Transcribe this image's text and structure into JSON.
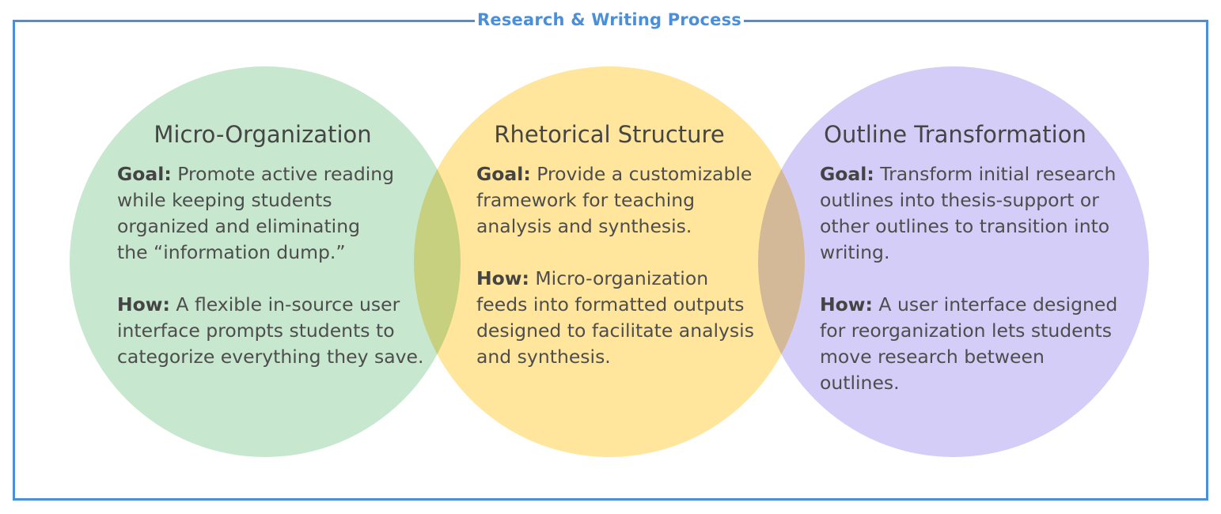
{
  "title": "Research & Writing Process",
  "colors": {
    "frame": "#4a8fdb",
    "circle_1": "#94d0a0",
    "circle_2": "#ffcf40",
    "circle_3": "#ab9ff0"
  },
  "sections": [
    {
      "heading": "Micro-Organization",
      "goal_label": "Goal:",
      "goal_text": " Promote active reading\nwhile keeping students\norganized and eliminating\nthe “information dump.”",
      "how_label": "How:",
      "how_text": " A flexible in-source user\ninterface prompts students to\ncategorize everything they save."
    },
    {
      "heading": "Rhetorical Structure",
      "goal_label": "Goal:",
      "goal_text": " Provide a customizable\nframework for teaching\nanalysis and synthesis.",
      "how_label": "How:",
      "how_text": " Micro-organization\nfeeds into formatted outputs\ndesigned to facilitate analysis\nand synthesis."
    },
    {
      "heading": "Outline Transformation",
      "goal_label": "Goal:",
      "goal_text": " Transform initial research\noutlines into thesis-support or\nother outlines to transition into\nwriting.",
      "how_label": "How:",
      "how_text": " A user interface designed\nfor reorganization lets students\nmove research between\noutlines."
    }
  ]
}
